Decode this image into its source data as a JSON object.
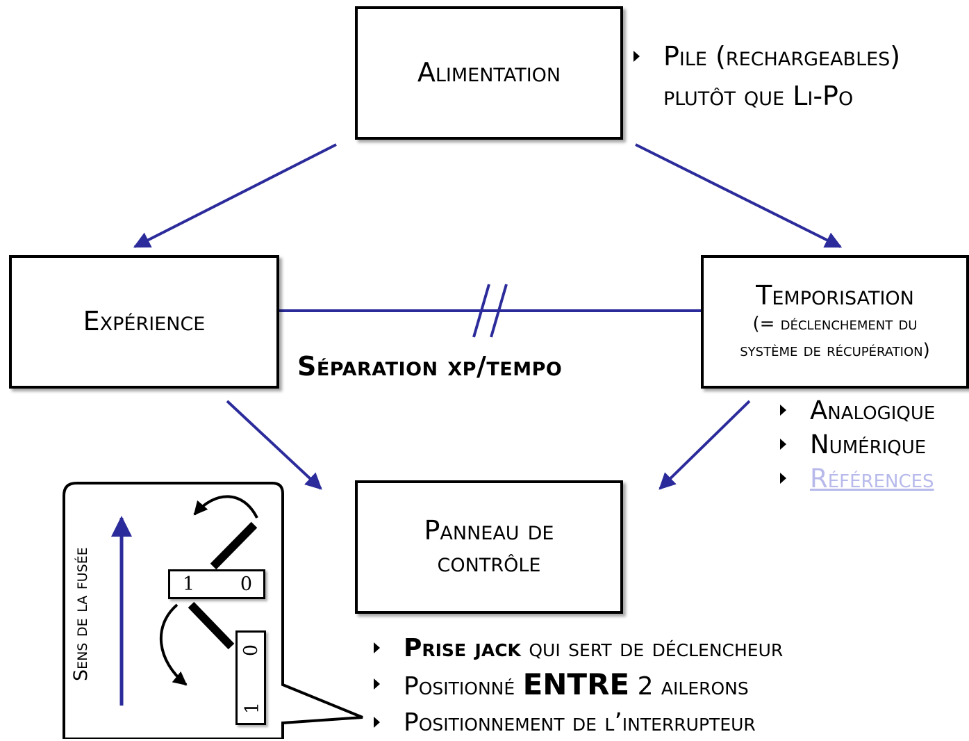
{
  "nodes": {
    "alimentation": "Alimentation",
    "experience": "Expérience",
    "temporisation_title": "Temporisation",
    "temporisation_sub1": "(= déclenchement du",
    "temporisation_sub2": "système de récupération)",
    "panneau_line1": "Panneau de",
    "panneau_line2": "contrôle"
  },
  "separation_label": "Séparation xp/tempo",
  "alimentation_notes": {
    "line1": "Pile (rechargeables)",
    "line2": "plutôt que Li-Po"
  },
  "temporisation_options": [
    "Analogique",
    "Numérique",
    "Références"
  ],
  "panel_notes": {
    "item1_bold": "Prise jack",
    "item1_rest": " qui sert de déclencheur",
    "item2_pre": "Positionné ",
    "item2_bold": "ENTRE",
    "item2_rest": " 2 ailerons",
    "item3": "Positionnement de l’interrupteur"
  },
  "inset": {
    "rocket_direction_label": "Sens de la fusée",
    "switch_top": {
      "on": "1",
      "off": "0"
    },
    "switch_bottom": {
      "on": "1",
      "off": "0"
    }
  },
  "colors": {
    "arrow": "#2b2b9b",
    "link": "#b7b9eb"
  }
}
